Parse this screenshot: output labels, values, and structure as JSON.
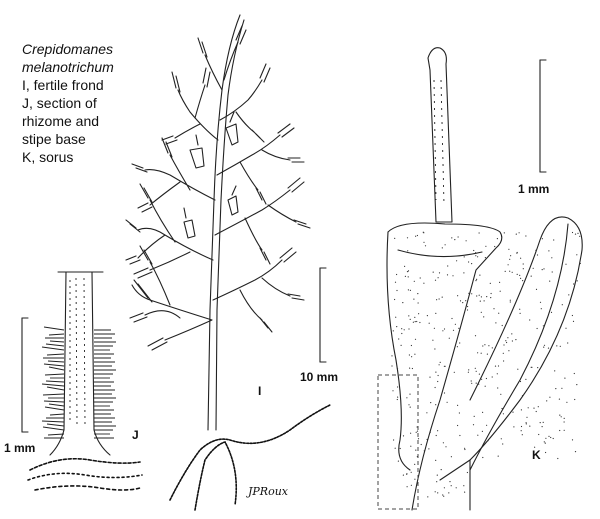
{
  "caption": {
    "species_line1": "Crepidomanes",
    "species_line2": "melanotrichum",
    "items": [
      "I, fertile frond",
      "J, section of",
      "rhizome and",
      "stipe base",
      "K, sorus"
    ]
  },
  "figures": {
    "I": "I",
    "J": "J",
    "K": "K"
  },
  "scales": {
    "J": "1 mm",
    "I": "10 mm",
    "K": "1 mm"
  },
  "signature": "JPRoux"
}
